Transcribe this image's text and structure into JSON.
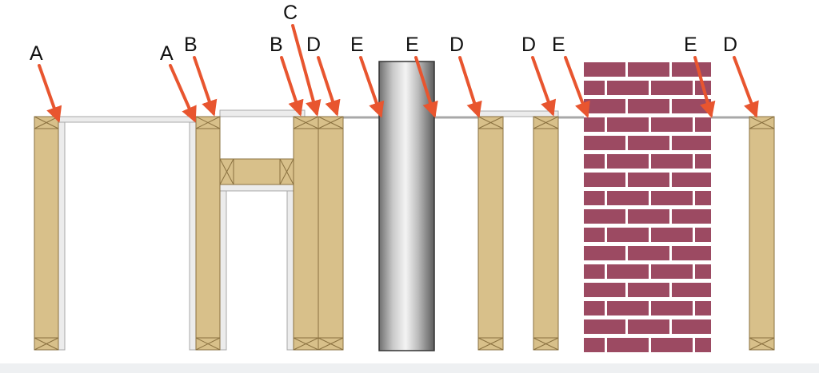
{
  "labels": [
    {
      "text": "A",
      "id": "a1"
    },
    {
      "text": "A",
      "id": "a2"
    },
    {
      "text": "B",
      "id": "b1"
    },
    {
      "text": "B",
      "id": "b2"
    },
    {
      "text": "C",
      "id": "c1"
    },
    {
      "text": "D",
      "id": "d1"
    },
    {
      "text": "E",
      "id": "e1"
    },
    {
      "text": "E",
      "id": "e2"
    },
    {
      "text": "D",
      "id": "d2"
    },
    {
      "text": "D",
      "id": "d3"
    },
    {
      "text": "E",
      "id": "e3"
    },
    {
      "text": "E",
      "id": "e4"
    },
    {
      "text": "D",
      "id": "d4"
    }
  ],
  "colors": {
    "stud_fill": "#d8c08a",
    "stud_stroke": "#8a7140",
    "plate_fill": "#e6e6e6",
    "brick": "#9c4a62",
    "mortar": "#ffffff",
    "arrow": "#e8552f",
    "line": "#a8a8a8"
  }
}
